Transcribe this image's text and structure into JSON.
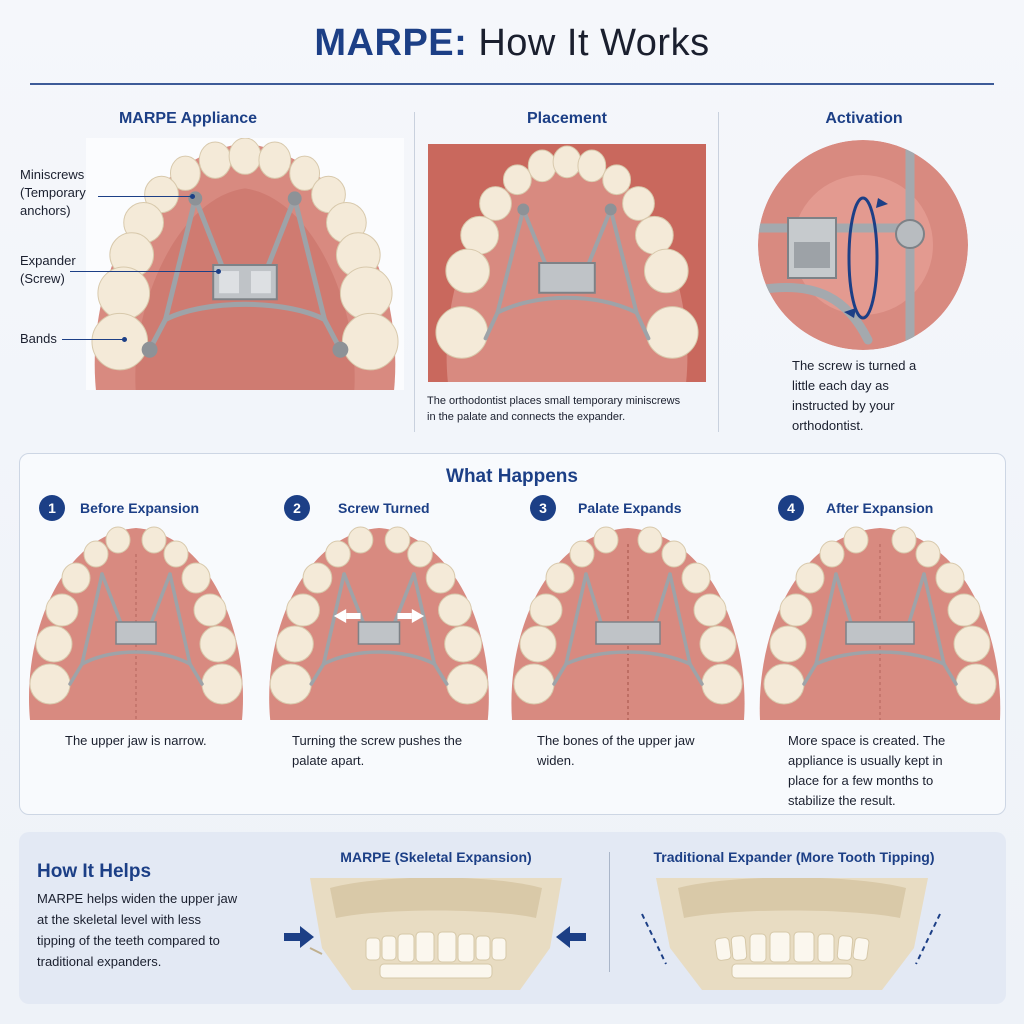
{
  "title": {
    "accent": "MARPE:",
    "rest": " How It Works"
  },
  "top": {
    "appliance": {
      "title": "MARPE Appliance",
      "labels": {
        "miniscrews": [
          "Miniscrews",
          "(Temporary",
          "anchors)"
        ],
        "expander": [
          "Expander",
          "(Screw)"
        ],
        "bands": [
          "Bands"
        ]
      }
    },
    "placement": {
      "title": "Placement",
      "caption": [
        "The orthodontist places small temporary miniscrews",
        "in the palate and connects the expander."
      ]
    },
    "activation": {
      "title": "Activation",
      "caption": [
        "The screw is turned a",
        "little each day as",
        "instructed by your",
        "orthodontist."
      ]
    }
  },
  "what_happens": {
    "title": "What Happens",
    "steps": [
      {
        "num": "1",
        "title": "Before Expansion",
        "caption": [
          "The upper jaw is narrow."
        ]
      },
      {
        "num": "2",
        "title": "Screw Turned",
        "caption": [
          "Turning the screw pushes the",
          "palate apart."
        ]
      },
      {
        "num": "3",
        "title": "Palate Expands",
        "caption": [
          "The bones of the upper jaw",
          "widen."
        ]
      },
      {
        "num": "4",
        "title": "After Expansion",
        "caption": [
          "More space is created. The",
          "appliance is usually kept in",
          "place for a few months to",
          "stabilize the result."
        ]
      }
    ]
  },
  "how_it_helps": {
    "title": "How It Helps",
    "text": [
      "MARPE helps widen the upper jaw",
      "at the skeletal level with less",
      "tipping of the teeth compared to",
      "traditional expanders."
    ],
    "marpe_title": "MARPE (Skeletal Expansion)",
    "traditional_title": "Traditional Expander (More Tooth Tipping)"
  },
  "colors": {
    "accent": "#1c3f86",
    "gum": "#d88a80",
    "tooth": "#f4ead8",
    "metal": "#a9adb2",
    "bone": "#e8dcc2"
  }
}
